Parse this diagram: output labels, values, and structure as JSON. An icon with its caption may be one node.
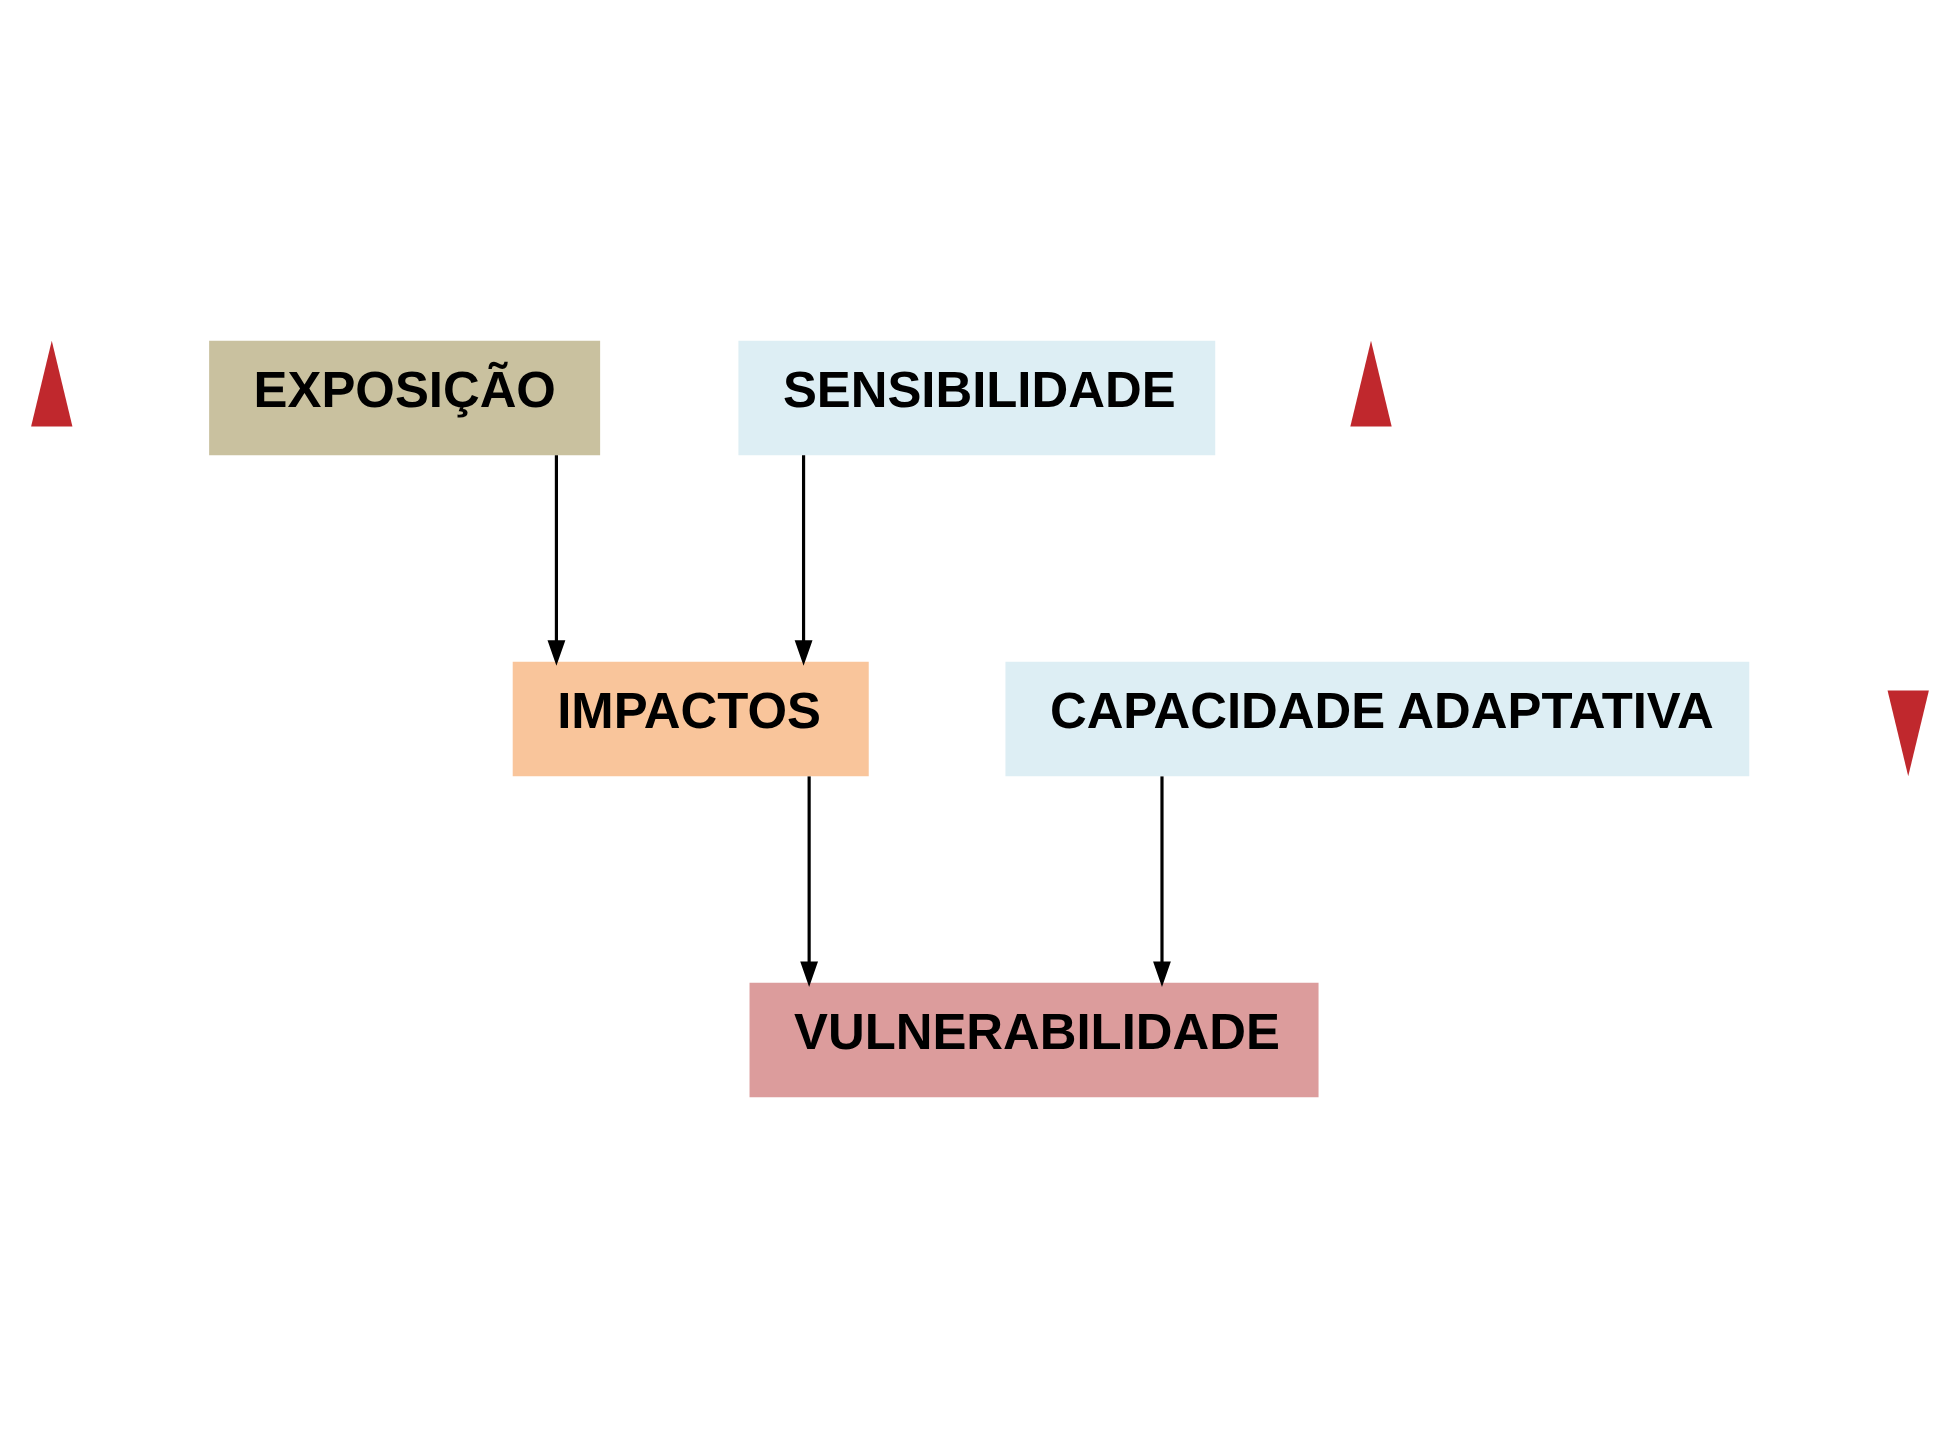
{
  "diagram": {
    "nodes": [
      {
        "text": [],
        "shape": "arrow"
      },
      {
        "text": [
          "EXPOSIÇÃO"
        ]
      },
      {
        "text": [
          "SENSIBILIDADE"
        ]
      },
      {
        "text": [],
        "shape": "arrow"
      },
      {
        "text": [
          "IMPACTOS"
        ]
      },
      {
        "text": [
          "CAPACIDADE ADAPTATIVA"
        ]
      },
      {
        "text": [],
        "shape": "arrow"
      },
      {
        "text": [
          "VULNERABILIDADE"
        ]
      }
    ],
    "edges": [
      {
        "from": 1,
        "to": 4,
        "arrow": "to"
      },
      {
        "from": 2,
        "to": 4,
        "arrow": "to"
      },
      {
        "from": 4,
        "to": 7,
        "arrow": "to"
      },
      {
        "from": 5,
        "to": 7,
        "arrow": "to"
      }
    ]
  }
}
